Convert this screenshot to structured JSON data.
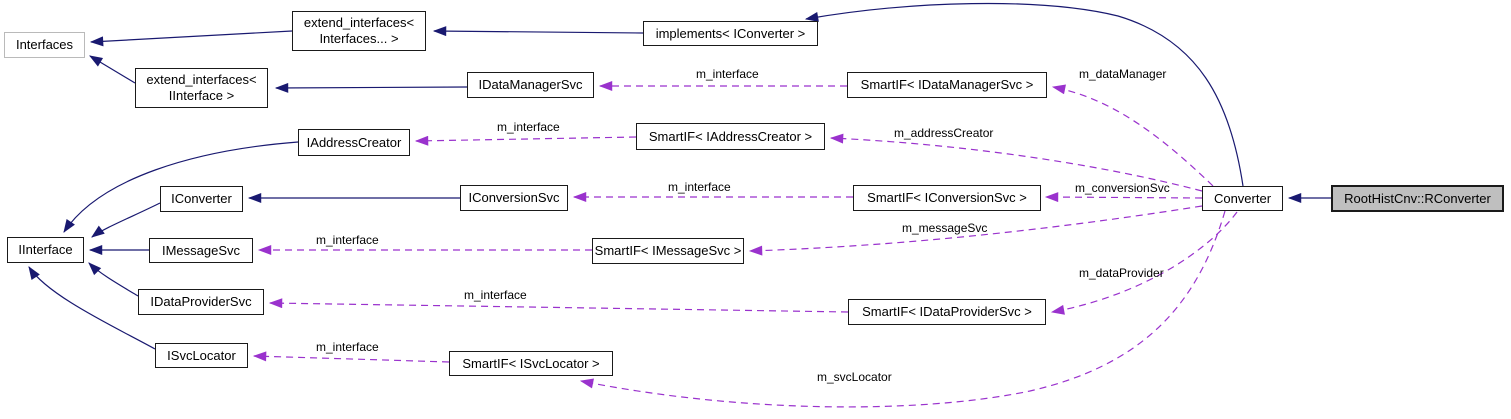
{
  "diagram": {
    "type": "doxygen-collaboration-graph",
    "focus_node": "RootHistCnv::RConverter",
    "colors": {
      "inheritance_edge": "#191970",
      "usage_edge": "#9a32cd",
      "node_border": "#1a1a1a",
      "undocumented_node_border": "#bababa",
      "focus_node_fill": "#bfbfbf",
      "background": "#ffffff"
    },
    "nodes": {
      "interfaces": {
        "label": "Interfaces"
      },
      "extend_interfaces_variadic": {
        "label": "extend_interfaces<\nInterfaces... >"
      },
      "extend_interfaces_iinterface": {
        "label": "extend_interfaces<\nIInterface >"
      },
      "implements_iconverter": {
        "label": "implements< IConverter >"
      },
      "idatamanagersvc": {
        "label": "IDataManagerSvc"
      },
      "smartif_idatamanagersvc": {
        "label": "SmartIF< IDataManagerSvc >"
      },
      "iaddresscreator": {
        "label": "IAddressCreator"
      },
      "smartif_iaddresscreator": {
        "label": "SmartIF< IAddressCreator >"
      },
      "iconverter": {
        "label": "IConverter"
      },
      "iconversionsvc": {
        "label": "IConversionSvc"
      },
      "smartif_iconversionsvc": {
        "label": "SmartIF< IConversionSvc >"
      },
      "converter": {
        "label": "Converter"
      },
      "roothistcnv_rconverter": {
        "label": "RootHistCnv::RConverter"
      },
      "iinterface": {
        "label": "IInterface"
      },
      "imessagesvc": {
        "label": "IMessageSvc"
      },
      "smartif_imessagesvc": {
        "label": "SmartIF< IMessageSvc >"
      },
      "idataprovidersvc": {
        "label": "IDataProviderSvc"
      },
      "smartif_idataprovidersvc": {
        "label": "SmartIF< IDataProviderSvc >"
      },
      "isvclocator": {
        "label": "ISvcLocator"
      },
      "smartif_isvclocator": {
        "label": "SmartIF< ISvcLocator >"
      }
    },
    "edges": [
      {
        "from": "SmartIF< IDataManagerSvc >",
        "to": "IDataManagerSvc",
        "label": "m_interface",
        "type": "usage"
      },
      {
        "from": "Converter",
        "to": "SmartIF< IDataManagerSvc >",
        "label": "m_dataManager",
        "type": "usage"
      },
      {
        "from": "SmartIF< IAddressCreator >",
        "to": "IAddressCreator",
        "label": "m_interface",
        "type": "usage"
      },
      {
        "from": "Converter",
        "to": "SmartIF< IAddressCreator >",
        "label": "m_addressCreator",
        "type": "usage"
      },
      {
        "from": "SmartIF< IConversionSvc >",
        "to": "IConversionSvc",
        "label": "m_interface",
        "type": "usage"
      },
      {
        "from": "Converter",
        "to": "SmartIF< IConversionSvc >",
        "label": "m_conversionSvc",
        "type": "usage"
      },
      {
        "from": "SmartIF< IMessageSvc >",
        "to": "IMessageSvc",
        "label": "m_interface",
        "type": "usage"
      },
      {
        "from": "Converter",
        "to": "SmartIF< IMessageSvc >",
        "label": "m_messageSvc",
        "type": "usage"
      },
      {
        "from": "SmartIF< IDataProviderSvc >",
        "to": "IDataProviderSvc",
        "label": "m_interface",
        "type": "usage"
      },
      {
        "from": "Converter",
        "to": "SmartIF< IDataProviderSvc >",
        "label": "m_dataProvider",
        "type": "usage"
      },
      {
        "from": "SmartIF< ISvcLocator >",
        "to": "ISvcLocator",
        "label": "m_interface",
        "type": "usage"
      },
      {
        "from": "Converter",
        "to": "SmartIF< ISvcLocator >",
        "label": "m_svcLocator",
        "type": "usage"
      },
      {
        "from": "implements< IConverter >",
        "to": "extend_interfaces< Interfaces... >",
        "type": "inheritance"
      },
      {
        "from": "extend_interfaces< Interfaces... >",
        "to": "Interfaces",
        "type": "inheritance"
      },
      {
        "from": "extend_interfaces< IInterface >",
        "to": "Interfaces",
        "type": "inheritance"
      },
      {
        "from": "IDataManagerSvc",
        "to": "extend_interfaces< IInterface >",
        "type": "inheritance"
      },
      {
        "from": "Converter",
        "to": "implements< IConverter >",
        "type": "inheritance"
      },
      {
        "from": "IConverter",
        "to": "IInterface",
        "type": "inheritance"
      },
      {
        "from": "IMessageSvc",
        "to": "IInterface",
        "type": "inheritance"
      },
      {
        "from": "IDataProviderSvc",
        "to": "IInterface",
        "type": "inheritance"
      },
      {
        "from": "ISvcLocator",
        "to": "IInterface",
        "type": "inheritance"
      },
      {
        "from": "IAddressCreator",
        "to": "IInterface",
        "type": "inheritance"
      },
      {
        "from": "IConversionSvc",
        "to": "IConverter",
        "type": "inheritance"
      },
      {
        "from": "RootHistCnv::RConverter",
        "to": "Converter",
        "type": "inheritance"
      }
    ]
  }
}
